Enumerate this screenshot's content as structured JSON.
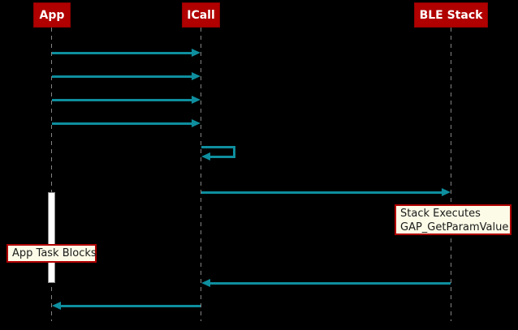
{
  "diagram_type": "uml-sequence-diagram",
  "colors": {
    "bg": "#000000",
    "red": "#b00000",
    "red-border": "#8f0000",
    "teal": "#0e8e9e",
    "lifeline": "#848484",
    "note-bg": "#fcfbe7",
    "note-border": "#b00000",
    "activation": "#ffffff"
  },
  "participants": [
    {
      "label": "App"
    },
    {
      "label": "ICall"
    },
    {
      "label": "BLE Stack"
    }
  ],
  "messages": [
    {
      "from": "App",
      "to": "ICall",
      "label": ""
    },
    {
      "from": "App",
      "to": "ICall",
      "label": ""
    },
    {
      "from": "App",
      "to": "ICall",
      "label": ""
    },
    {
      "from": "App",
      "to": "ICall",
      "label": ""
    },
    {
      "from": "ICall",
      "to": "ICall",
      "label": "",
      "kind": "self"
    },
    {
      "from": "ICall",
      "to": "BLE Stack",
      "label": ""
    },
    {
      "from": "BLE Stack",
      "to": "ICall",
      "label": ""
    },
    {
      "from": "ICall",
      "to": "App",
      "label": ""
    }
  ],
  "notes": {
    "stack_note": {
      "line1": "Stack Executes",
      "line2": "GAP_GetParamValue"
    },
    "app_note": {
      "line1": "App Task Blocks"
    }
  }
}
